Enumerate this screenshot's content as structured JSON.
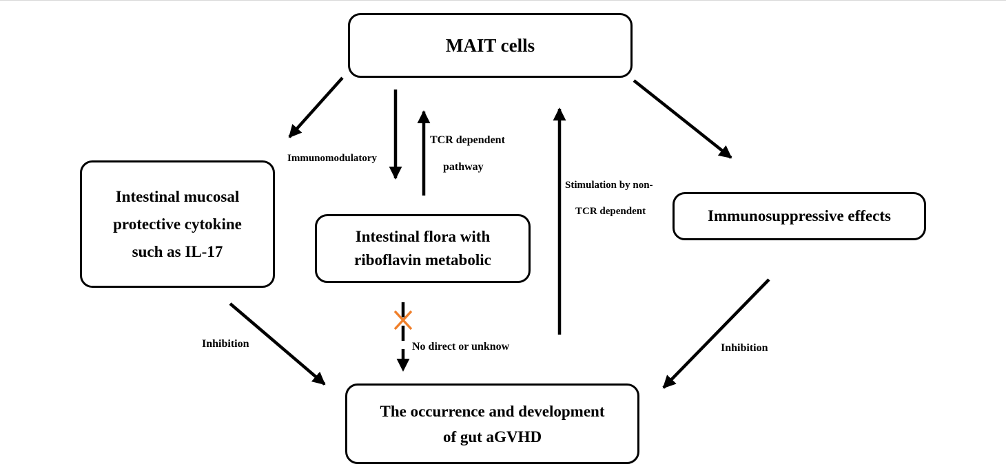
{
  "nodes": {
    "mait": "MAIT cells",
    "mucosal": [
      "Intestinal mucosal",
      "protective cytokine",
      "such as IL-17"
    ],
    "flora": [
      "Intestinal flora with",
      "riboflavin metabolic"
    ],
    "immuno": "Immunosuppressive effects",
    "agvhd": [
      "The occurrence and development",
      "of gut aGVHD"
    ]
  },
  "edges": {
    "immunomodulatory": "Immunomodulatory",
    "tcr_dependent": [
      "TCR dependent",
      "pathway"
    ],
    "non_tcr": [
      "Stimulation by non-",
      "TCR dependent"
    ],
    "inhibition_left": "Inhibition",
    "inhibition_right": "Inhibition",
    "no_direct": "No direct or unknow"
  },
  "colors": {
    "stroke": "#000000",
    "cross": "#f07f2a"
  }
}
